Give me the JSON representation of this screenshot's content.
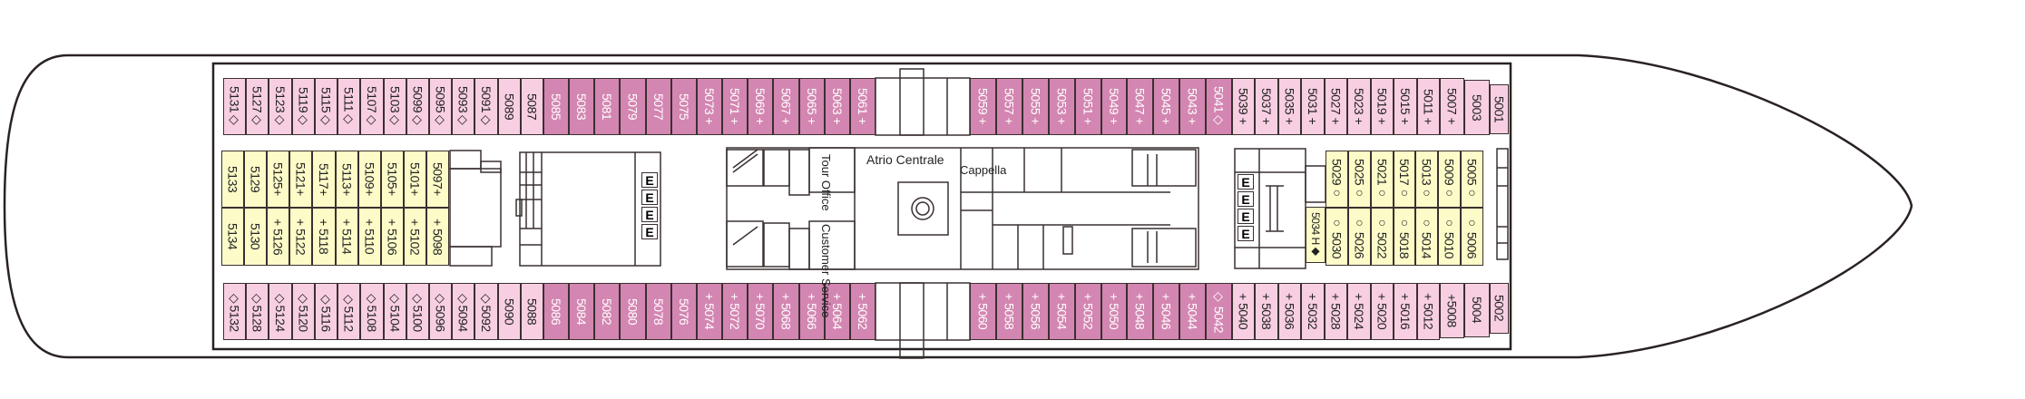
{
  "colors": {
    "light": "#f8cfe2",
    "dark": "#d386b1",
    "yellow": "#fdfcc8",
    "outline": "#2a2222"
  },
  "rooms": {
    "atrio": "Atrio Centrale",
    "cappella": "Cappella",
    "tour_office": "Tour Office",
    "customer_service": "Customer Service",
    "elevator": "E"
  },
  "rows": {
    "top": {
      "segments": [
        {
          "style": "light",
          "cabins": [
            "5131◇",
            "5127◇",
            "5123◇",
            "5119◇",
            "5115◇",
            "5111◇",
            "5107◇",
            "5103◇",
            "5099◇",
            "5095◇",
            "5093◇",
            "5091◇",
            "5089",
            "5087"
          ]
        },
        {
          "style": "dark",
          "cabins": [
            "5085",
            "5083",
            "5081",
            "5079",
            "5077",
            "5075",
            "5073 +",
            "5071 +",
            "5069 +",
            "5067 +",
            "5065 +",
            "5063 +",
            "5061 +"
          ]
        },
        {
          "style": "dark",
          "cabins": [
            "5059 +",
            "5057 +",
            "5055 +",
            "5053 +",
            "5051 +",
            "5049 +",
            "5047 +",
            "5045 +",
            "5043 +",
            "5041◇"
          ]
        },
        {
          "style": "light",
          "cabins": [
            "5039 +",
            "5037 +",
            "5035 +",
            "5031 +",
            "5027 +",
            "5023 +",
            "5019 +",
            "5015 +",
            "5011 +"
          ]
        },
        {
          "style": "light",
          "cabins": [
            "5007 +",
            "5003",
            "5001"
          ]
        }
      ]
    },
    "bottom": {
      "segments": [
        {
          "style": "light",
          "cabins": [
            "◇5132",
            "◇5128",
            "◇5124",
            "◇5120",
            "◇5116",
            "◇5112",
            "◇5108",
            "◇5104",
            "◇5100",
            "◇5096",
            "◇5094",
            "◇5092",
            "5090",
            "5088"
          ]
        },
        {
          "style": "dark",
          "cabins": [
            "5086",
            "5084",
            "5082",
            "5080",
            "5078",
            "5076",
            "+ 5074",
            "+ 5072",
            "+ 5070",
            "+ 5068",
            "+ 5066",
            "+ 5064",
            "+ 5062"
          ]
        },
        {
          "style": "dark",
          "cabins": [
            "+ 5060",
            "+ 5058",
            "+ 5056",
            "+ 5054",
            "+ 5052",
            "+ 5050",
            "+ 5048",
            "+ 5046",
            "+ 5044",
            "◇ 5042"
          ]
        },
        {
          "style": "light",
          "cabins": [
            "+ 5040",
            "+ 5038",
            "+ 5036",
            "+ 5032",
            "+ 5028",
            "+ 5024",
            "+ 5020",
            "+ 5016",
            "+ 5012"
          ]
        },
        {
          "style": "light",
          "cabins": [
            "+5008",
            "5004",
            "5002"
          ]
        }
      ]
    },
    "inner_aft": {
      "style": "yellow",
      "upper": [
        "5133",
        "5129",
        "5125+",
        "5121+",
        "5117+",
        "5113+",
        "5109+",
        "5105+",
        "5101+",
        "5097+"
      ],
      "lower": [
        "5134",
        "5130",
        "+ 5126",
        "+ 5122",
        "+ 5118",
        "+ 5114",
        "+ 5110",
        "+ 5106",
        "+ 5102",
        "+ 5098"
      ]
    },
    "inner_fwd": {
      "style": "yellow",
      "upper": [
        "5029○",
        "5025○",
        "5021○",
        "5017○",
        "5013○",
        "5009○",
        "5005○"
      ],
      "lower": [
        "○ 5030",
        "○ 5026",
        "○ 5022",
        "○ 5018",
        "○ 5014",
        "○ 5010",
        "○ 5006"
      ],
      "extra": "5034 H◆"
    }
  }
}
